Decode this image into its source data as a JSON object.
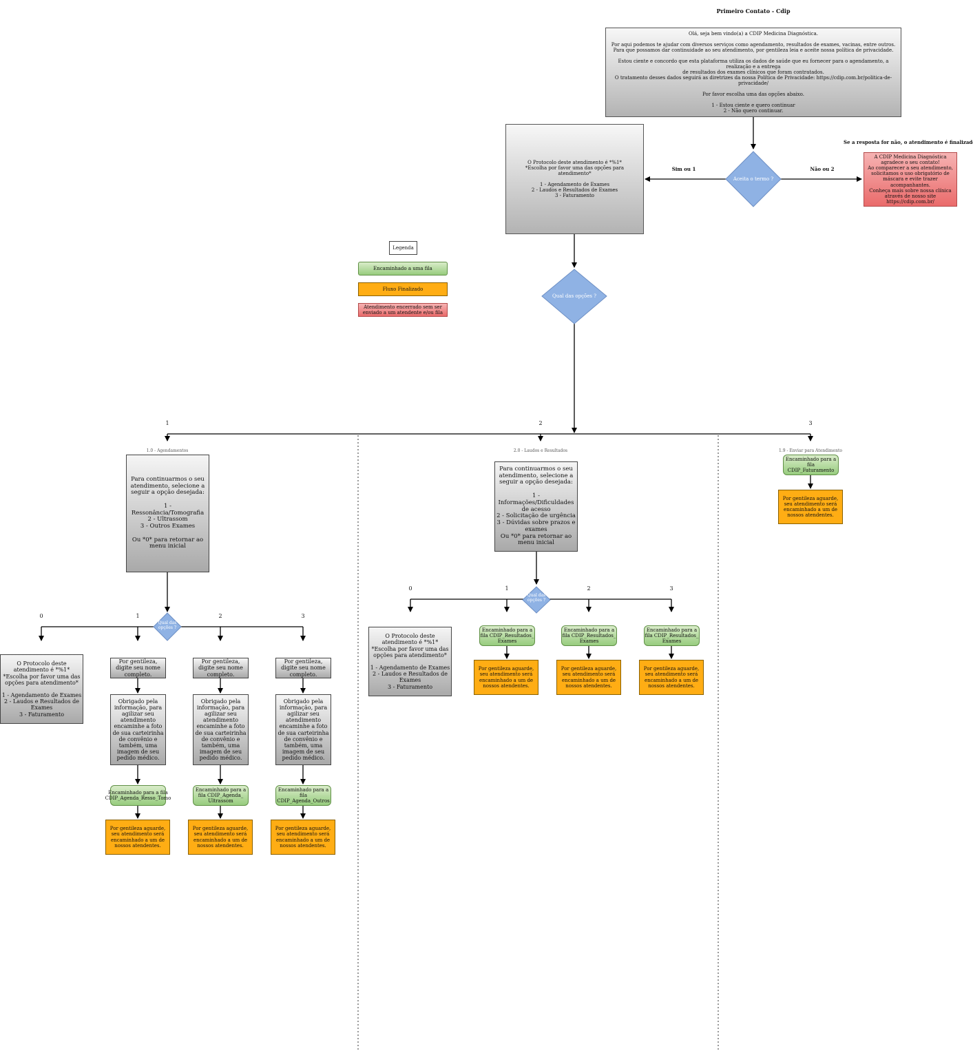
{
  "title": "Primeiro Contato - Cdip",
  "welcome": {
    "text": "Olá, seja bem vindo(a) a CDIP Medicina Diagnóstica.\n\nPor aqui podemos te ajudar com diversos serviços como agendamento, resultados de exames, vacinas, entre outros.\nPara que possamos dar continuidade ao seu atendimento, por gentileza leia e aceite nossa política de privacidade.\n\nEstou ciente e concordo que esta plataforma utiliza os dados de saúde que eu fornecer para o agendamento, a realização e a entrega\nde resultados dos exames clínicos que foram contratados.\nO tratamento desses dados seguirá as diretrizes da nossa Política de Privacidade: https://cdip.com.br/politica-de-privacidade/\n\nPor favor escolha uma das opções abaixo.\n\n1 - Estou ciente e quero continuar\n2 - Não quero continuar."
  },
  "accept_decision": "Aceita o termo ?",
  "yes_label": "Sim ou 1",
  "no_label": "Não ou 2",
  "no_note": "Se a resposta for não, o atendimento é finalizado",
  "no_message": "A CDIP Medicina Diagnóstica agradece o seu contato!\nAo comparecer a seu atendimento, solicitamos o uso obrigatório de máscara e evite trazer acompanhantes.\nConheça mais sobre nossa clínica através de nosso site https://cdip.com.br/",
  "protocol_main": "O Protocolo deste atendimento é *%1*\n*Escolha por favor uma das opções para atendimento*\n\n1 - Agendamento de Exames\n2 - Laudos e Resultados de Exames\n3 - Faturamento",
  "options_decision": "Qual das opções ?",
  "legend": {
    "title": "Legenda",
    "items": [
      "Encaminhado a uma fila",
      "Fluxo Finalizado",
      "Atendimento encerrado sem ser enviado a um atendente e/ou fila"
    ]
  },
  "branch_labels": [
    "1",
    "2",
    "3"
  ],
  "sections": {
    "agendamentos": "1.0 - Agendamentos",
    "laudos": "2.0 - Laudos e Resultados",
    "faturamento": "1.9 - Enviar para Atendimento"
  },
  "agend": {
    "menu": "Para continuarmos o seu atendimento, selecione a seguir a opção desejada:\n\n1 - Ressonância/Tomografia\n2 - Ultrassom\n3 - Outros Exames\n\nOu *0* para retornar ao menu inicial",
    "decision": "Qual das opções ?",
    "option_labels": [
      "0",
      "1",
      "2",
      "3"
    ],
    "protocol_return": "O Protocolo deste atendimento é *%1*\n*Escolha por favor uma das opções para atendimento*\n\n1 - Agendamento de Exames\n2 - Laudos e Resultados de Exames\n3 - Faturamento",
    "ask_name": "Por gentileza, digite seu nome completo.",
    "ask_photo": "Obrigado pela informação, para agilizar seu atendimento encaminhe a foto de sua carteirinha de convênio e também, uma imagem de seu pedido médico.",
    "queues": [
      "Encaminhado para a fila CDIP_Agenda_Resso_Tomo",
      "Encaminhado para a fila CDIP_Agenda_ Ultrassom",
      "Encaminhado para a fila CDIP_Agenda_Outros"
    ],
    "wait": "Por gentileza aguarde, seu atendimento será encaminhado a um de nossos atendentes."
  },
  "laudos": {
    "menu": "Para continuarmos o seu atendimento, selecione a seguir a opção desejada:\n\n1 - Informações/Dificuldades de acesso\n2 - Solicitação de urgência\n3 - Dúvidas sobre prazos e exames\nOu *0* para retornar ao menu inicial",
    "decision": "Qual das opções ?",
    "option_labels": [
      "0",
      "1",
      "2",
      "3"
    ],
    "protocol_return": "O Protocolo deste atendimento é *%1*\n*Escolha por favor uma das opções para atendimento*\n\n1 - Agendamento de Exames\n2 - Laudos e Resultados de Exames\n3 - Faturamento",
    "queue": "Encaminhado para a fila CDIP_Resultados_ Exames",
    "wait": "Por gentileza aguarde, seu atendimento será encaminhado a um de nossos atendentes."
  },
  "faturamento": {
    "queue": "Encaminhado para a fila CDIP_Faturamento",
    "wait": "Por gentileza aguarde, seu atendimento será encaminhado a um de nossos atendentes."
  }
}
